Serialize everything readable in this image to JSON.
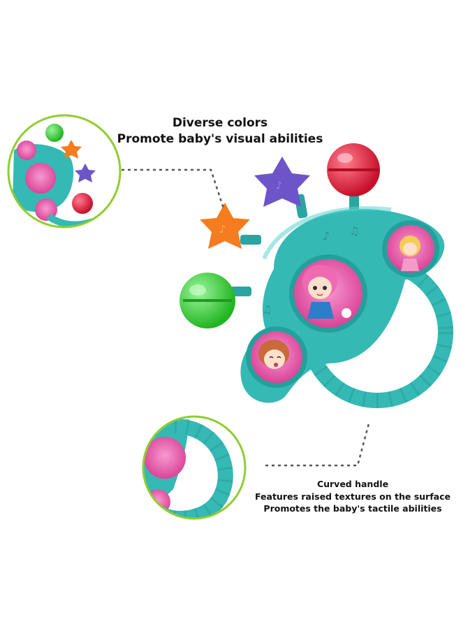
{
  "captions": {
    "top": {
      "line1": "Diverse colors",
      "line2": "Promote baby's visual abilities"
    },
    "bottom": {
      "line1": "Curved handle",
      "line2": "Features raised textures on the surface",
      "line3": "Promotes the baby's tactile abilities"
    }
  },
  "toy": {
    "body_color": "#35b9b4",
    "bead_colors": [
      "#3fd43f",
      "#f57c1f",
      "#6d55c9",
      "#e01e3c"
    ],
    "sticker_color": "#e74fa4"
  }
}
